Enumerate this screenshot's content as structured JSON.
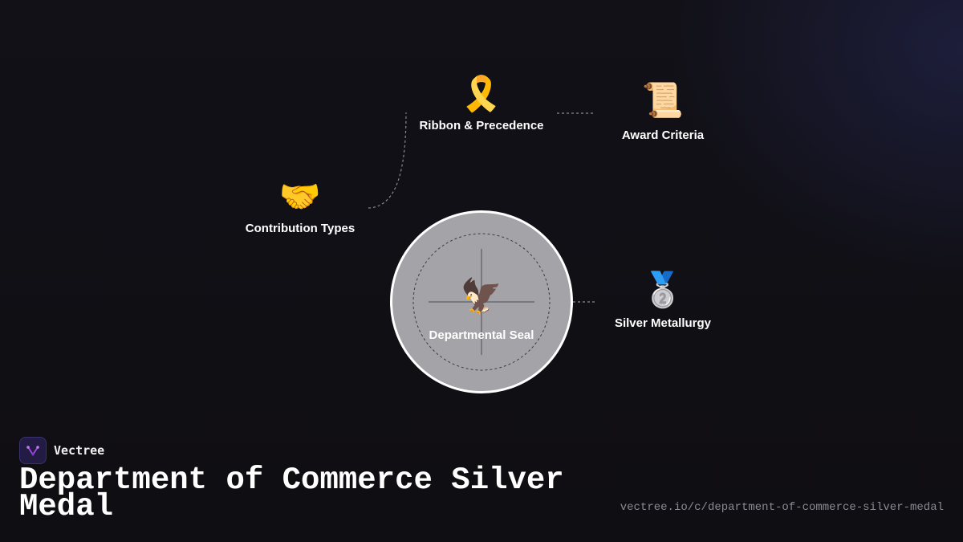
{
  "diagram": {
    "center": {
      "label": "Departmental Seal",
      "icon": "eagle-icon",
      "glyph": "🦅"
    },
    "nodes": [
      {
        "id": "ribbon",
        "label": "Ribbon & Precedence",
        "icon": "ribbon-icon",
        "glyph": "🎗️"
      },
      {
        "id": "award",
        "label": "Award Criteria",
        "icon": "scroll-icon",
        "glyph": "📜"
      },
      {
        "id": "contrib",
        "label": "Contribution Types",
        "icon": "handshake-icon",
        "glyph": "🤝"
      },
      {
        "id": "silver",
        "label": "Silver Metallurgy",
        "icon": "silver-medal-icon",
        "glyph": "🥈"
      }
    ]
  },
  "brand": {
    "name": "Vectree",
    "logo_icon": "vectree-logo-icon"
  },
  "page": {
    "title": "Department of Commerce Silver Medal",
    "url": "vectree.io/c/department-of-commerce-silver-medal"
  },
  "colors": {
    "background": "#111015",
    "center_fill": "#a4a4a8",
    "connector": "#8a8a92",
    "brand_accent": "#a14be0"
  }
}
